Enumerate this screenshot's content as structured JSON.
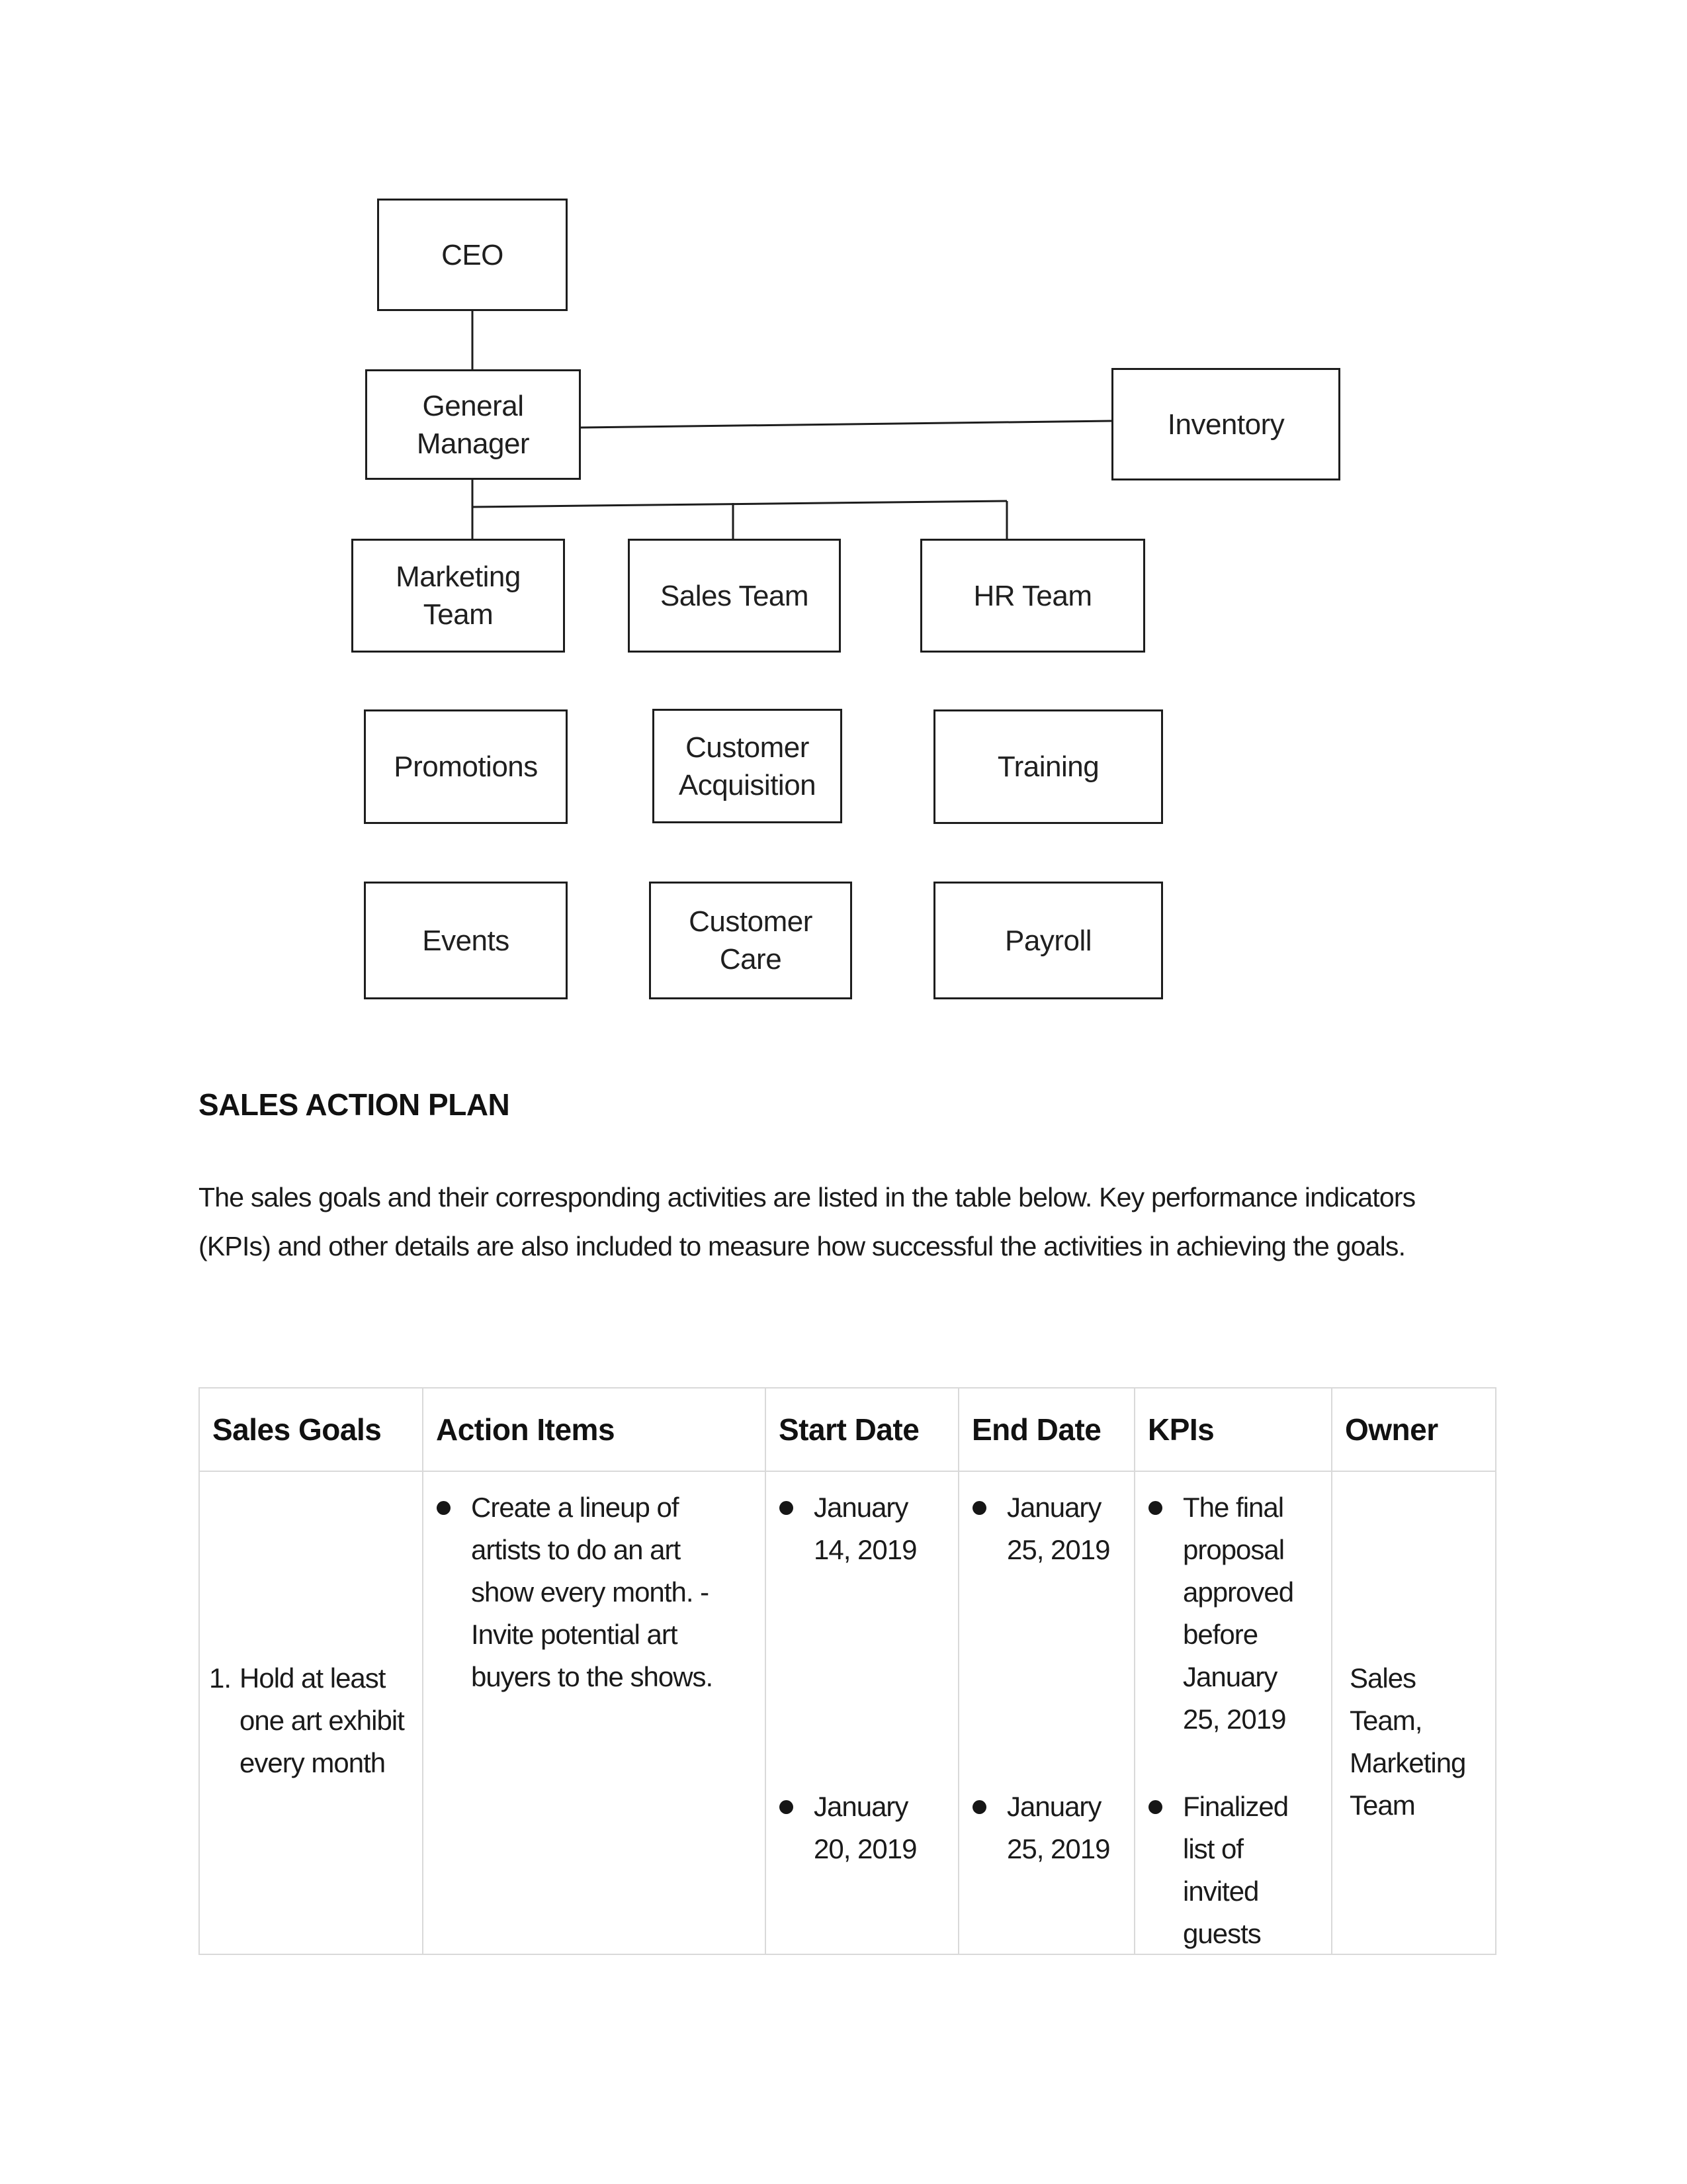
{
  "colors": {
    "page_background": "#ffffff",
    "text": "#1a1a1a",
    "org_box_border": "#1d1d1d",
    "table_border": "#d9d9d9"
  },
  "icons": {
    "bullet": "filled-circle"
  },
  "org_chart": {
    "nodes": [
      {
        "id": "ceo",
        "label": "CEO"
      },
      {
        "id": "general-manager",
        "label": "General Manager"
      },
      {
        "id": "inventory",
        "label": "Inventory"
      },
      {
        "id": "marketing-team",
        "label": "Marketing Team"
      },
      {
        "id": "sales-team",
        "label": "Sales Team"
      },
      {
        "id": "hr-team",
        "label": "HR Team"
      },
      {
        "id": "promotions",
        "label": "Promotions"
      },
      {
        "id": "customer-acquisition",
        "label": "Customer Acquisition"
      },
      {
        "id": "training",
        "label": "Training"
      },
      {
        "id": "events",
        "label": "Events"
      },
      {
        "id": "customer-care",
        "label": "Customer Care"
      },
      {
        "id": "payroll",
        "label": "Payroll"
      }
    ]
  },
  "section": {
    "heading": "SALES ACTION PLAN",
    "paragraph": "The sales goals and their corresponding activities are listed in the table below. Key performance indicators\n(KPIs) and other details are also included to measure how successful the activities in achieving the goals."
  },
  "table": {
    "headers": [
      "Sales Goals",
      "Action Items",
      "Start Date",
      "End Date",
      "KPIs",
      "Owner"
    ],
    "row": {
      "sales_goal_number": "1.",
      "sales_goal": "Hold at least one art exhibit every month",
      "action_items": [
        "Create a lineup of artists to do an art show every month. - Invite potential art buyers to the shows."
      ],
      "start_dates": [
        "January 14, 2019",
        "January 20, 2019"
      ],
      "end_dates": [
        "January 25, 2019",
        "January 25, 2019"
      ],
      "kpis": [
        "The final proposal approved before January 25, 2019",
        "Finalized list of invited guests"
      ],
      "owner": "Sales Team, Marketing Team"
    }
  }
}
